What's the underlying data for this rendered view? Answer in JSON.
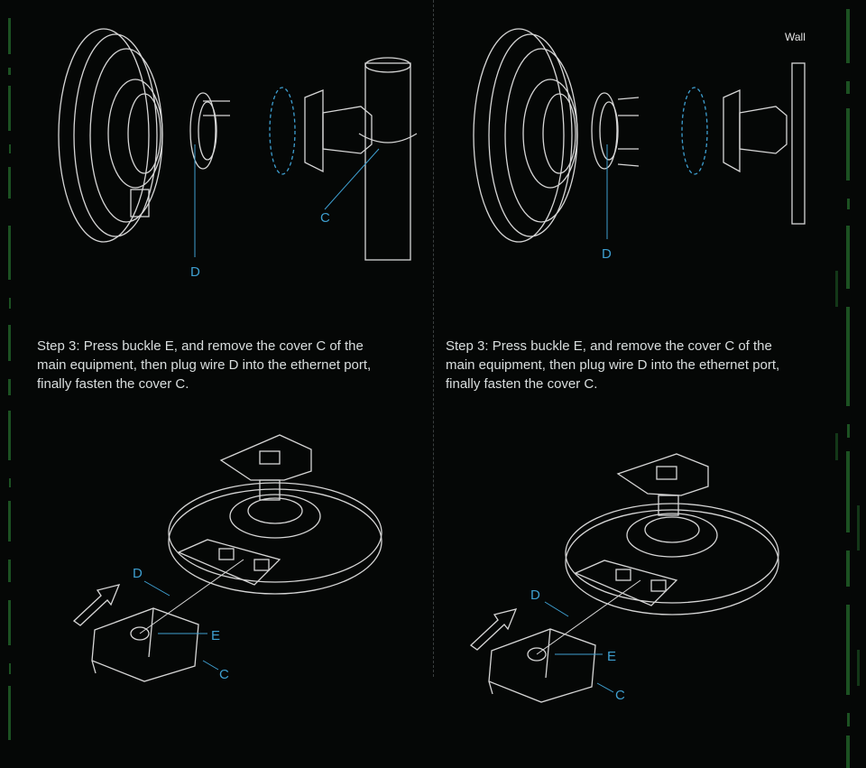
{
  "panels": [
    {
      "step_text": "Step 3: Press buckle E, and remove the cover C of the main equipment, then plug wire D into the ethernet port, finally fasten the cover C.",
      "mount": "pole",
      "labels": {
        "top": [
          "C",
          "D"
        ],
        "bottom": [
          "D",
          "E",
          "C"
        ]
      }
    },
    {
      "step_text": "Step 3: Press buckle E, and remove the cover C of the main equipment, then plug wire D into the ethernet port, finally fasten the cover C.",
      "mount": "wall",
      "wall_label": "Wall",
      "labels": {
        "top": [
          "D"
        ],
        "bottom": [
          "D",
          "E",
          "C"
        ]
      }
    }
  ],
  "colors": {
    "label": "#3e9fd0",
    "line": "#d6d6d6",
    "matrix": "#2f8f3a"
  }
}
